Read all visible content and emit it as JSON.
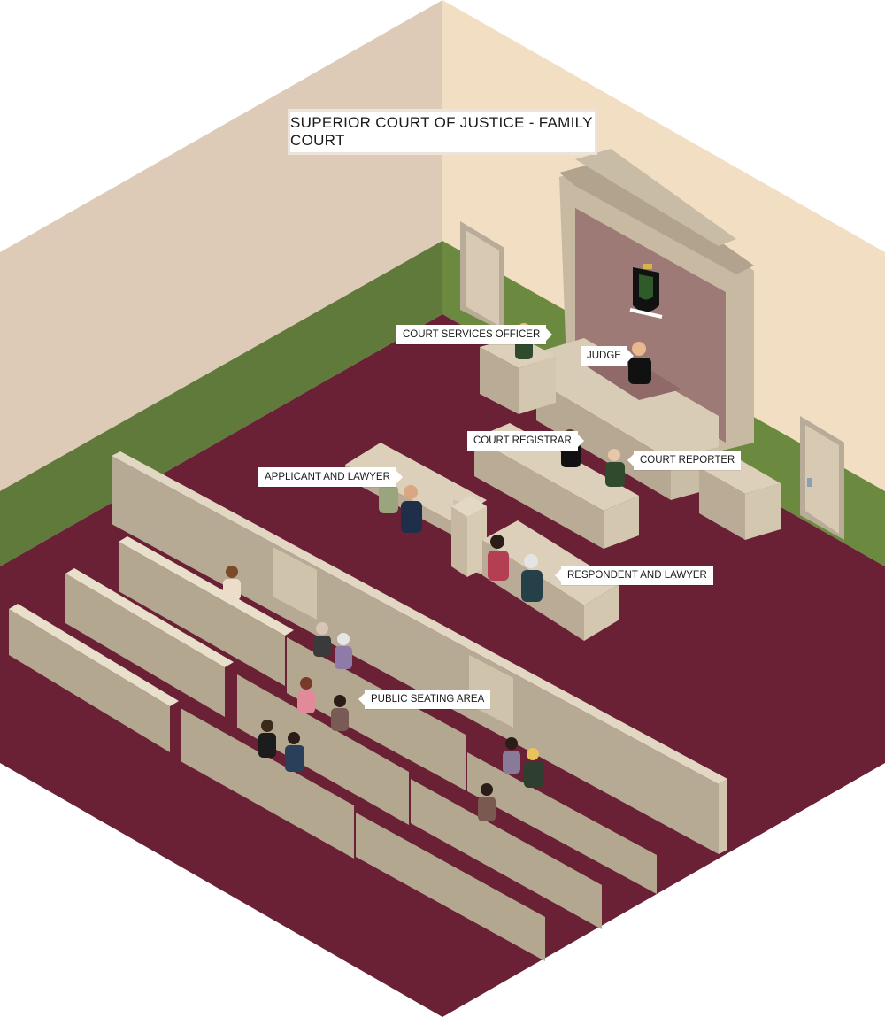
{
  "title": "SUPERIOR COURT OF JUSTICE - FAMILY COURT",
  "labels": {
    "court_services_officer": "COURT SERVICES OFFICER",
    "judge": "JUDGE",
    "court_registrar": "COURT REGISTRAR",
    "court_reporter": "COURT REPORTER",
    "applicant_and_lawyer": "APPLICANT AND LAWYER",
    "respondent_and_lawyer": "RESPONDENT AND LAWYER",
    "public_seating_area": "PUBLIC SEATING AREA"
  },
  "colors": {
    "wall_left": "#ddcbb8",
    "wall_right": "#f2dfc3",
    "wainscot": "#5f7a3a",
    "floor": "#6a2035",
    "furniture": "#cdbfa8",
    "furniture_dark": "#9e927d",
    "bench_back": "#efe7d6"
  }
}
